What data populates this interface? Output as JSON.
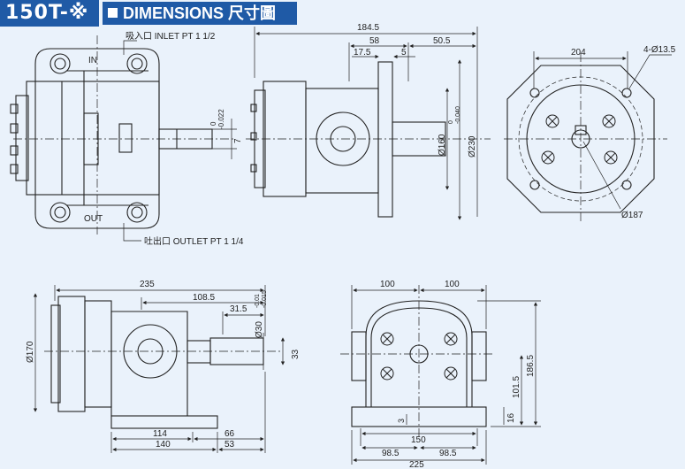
{
  "header": {
    "model": "150T-※",
    "title": "DIMENSIONS",
    "title_cn": "尺寸圖"
  },
  "views": {
    "top": {
      "inlet_label": "吸入口 INLET PT 1 1/2",
      "in_label": "IN",
      "out_label": "OUT",
      "outlet_label": "吐出口 OUTLET PT  1 1/4",
      "shaft_tol_upper": "0",
      "shaft_tol_lower": "-0.022",
      "shaft_key": "7"
    },
    "front": {
      "overall": "184.5",
      "d58": "58",
      "d505": "50.5",
      "d175": "17.5",
      "d5": "5",
      "dia160": "Ø160",
      "dia160_tol_upper": "0",
      "dia160_tol_lower": "-0.040",
      "dia230": "Ø230"
    },
    "flange": {
      "d204": "204",
      "holes": "4-Ø13.5",
      "pcd": "Ø187"
    },
    "side": {
      "d235": "235",
      "d1085": "108.5",
      "d315": "31.5",
      "dia170": "Ø170",
      "dia30": "Ø30",
      "dia30_tol_upper": "-0.01",
      "dia30_tol_lower": "-0.015",
      "d33": "33",
      "d114": "114",
      "d66": "66",
      "d140": "140",
      "d53": "53"
    },
    "end": {
      "d100a": "100",
      "d100b": "100",
      "d1865": "186.5",
      "d1015": "101.5",
      "d3": "3",
      "d16": "16",
      "d150": "150",
      "d985a": "98.5",
      "d985b": "98.5",
      "d225": "225"
    }
  }
}
